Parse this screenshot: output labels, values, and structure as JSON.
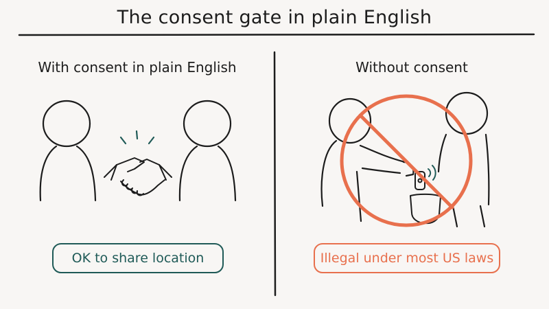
{
  "title": "The consent gate in plain English",
  "left": {
    "heading": "With consent in plain English",
    "badge": "OK to share location"
  },
  "right": {
    "heading": "Without consent",
    "badge": "Illegal under most US laws"
  },
  "colors": {
    "ink": "#1c1c1c",
    "ok": "#1f5a57",
    "warning": "#e8704d",
    "background": "#f8f6f4"
  }
}
